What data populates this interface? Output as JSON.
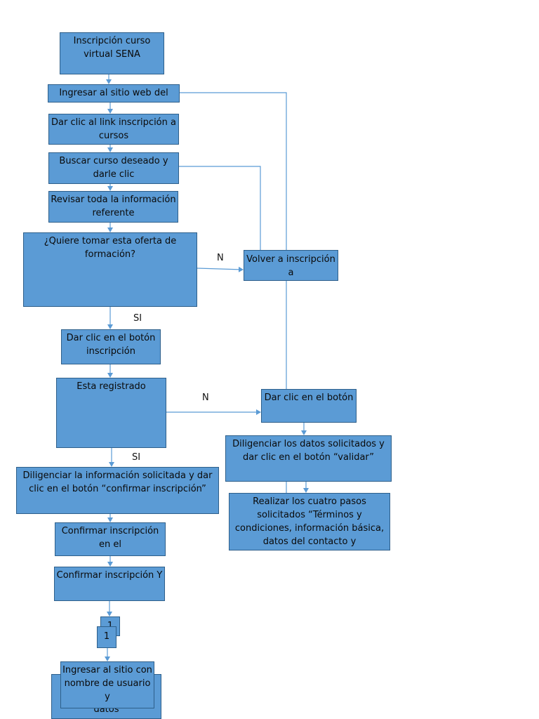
{
  "colors": {
    "box_fill": "#5B9BD5",
    "box_border": "#2E5F8A",
    "connector": "#5B9BD5",
    "arrowhead": "#5B9BD5"
  },
  "nodes": {
    "inscripcion": "Inscripción curso virtual SENA",
    "ingresar_sitio": "Ingresar al sitio web del",
    "dar_clic_link": "Dar clic al link inscripción a cursos",
    "buscar_curso": "Buscar curso deseado y darle clic",
    "revisar_info": "Revisar toda la información referente",
    "quiere_tomar": "¿Quiere tomar esta oferta de formación?",
    "volver": "Volver a inscripción a",
    "dar_clic_boton_left": "Dar clic en el botón inscripción",
    "esta_registrado": "Esta registrado",
    "dar_clic_boton_right": "Dar clic en el botón",
    "diligenciar_datos": "Diligenciar los datos solicitados y dar clic en el botón “validar”",
    "diligenciar_info": "Diligenciar la información solicitada y dar clic en el botón “confirmar inscripción”",
    "realizar_pasos": "Realizar los cuatro pasos solicitados “Términos y condiciones, información básica, datos del contacto y",
    "confirmar_1": "Confirmar inscripción en el",
    "confirmar_2": "Confirmar inscripción Y",
    "connector_back": "1",
    "connector_front": "1",
    "ingresar_back": "datos",
    "ingresar_front": "Ingresar al sitio con nombre de usuario y"
  },
  "labels": {
    "n1": "N",
    "si1": "SI",
    "n2": "N",
    "si2": "SI"
  }
}
